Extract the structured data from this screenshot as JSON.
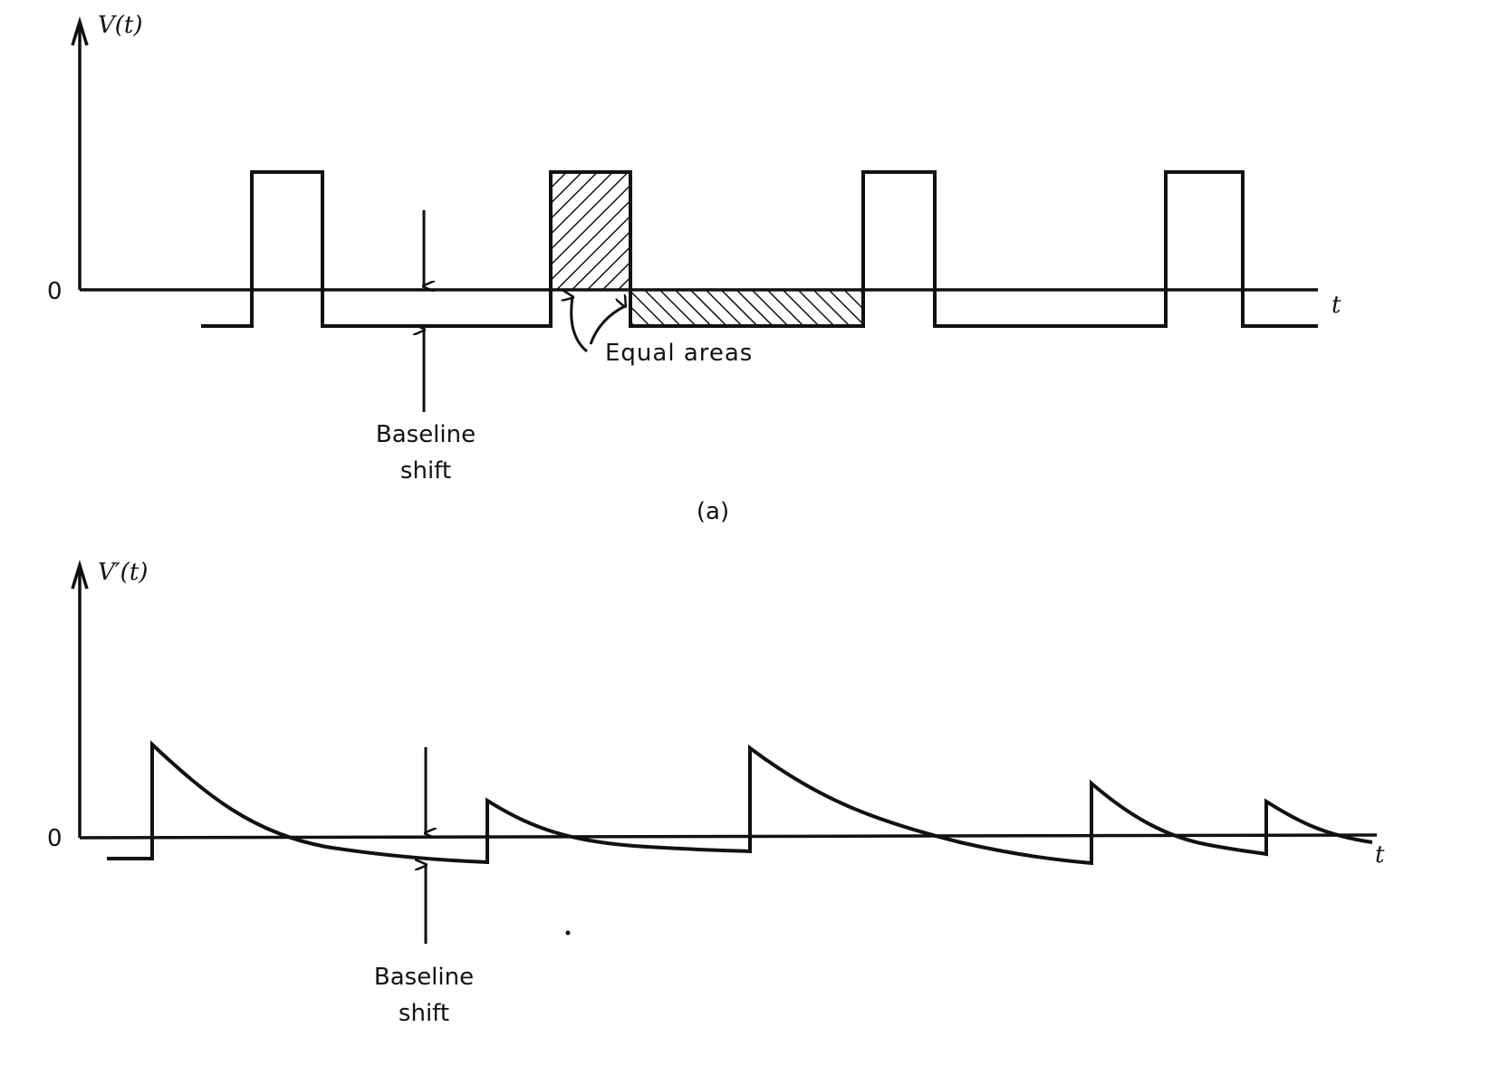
{
  "figure_a": {
    "y_axis_label": "V(t)",
    "x_axis_label": "t",
    "zero_label": "0",
    "baseline_label_line1": "Baseline",
    "baseline_label_line2": "shift",
    "equal_areas_label": "Equal areas",
    "caption": "(a)"
  },
  "figure_b": {
    "y_axis_label": "V′(t)",
    "x_axis_label": "t",
    "zero_label": "0",
    "baseline_label_line1": "Baseline",
    "baseline_label_line2": "shift"
  }
}
